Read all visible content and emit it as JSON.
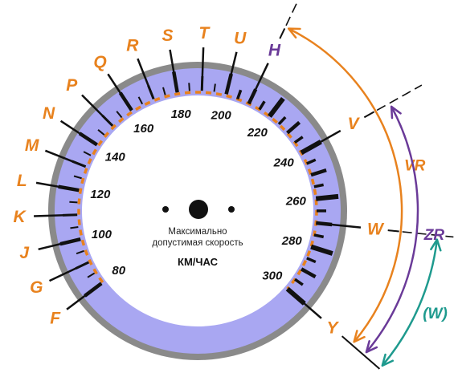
{
  "colors": {
    "orange": "#e8821e",
    "purple": "#6a3a98",
    "teal": "#1e9a8e",
    "dial_face": "#a9a7f2",
    "rim": "#8a8a8a",
    "needle": "#111111"
  },
  "speed_scale": [
    {
      "letter": "F",
      "speed": 80
    },
    {
      "letter": "G",
      "speed": 90
    },
    {
      "letter": "J",
      "speed": 100
    },
    {
      "letter": "K",
      "speed": 110
    },
    {
      "letter": "L",
      "speed": 120
    },
    {
      "letter": "M",
      "speed": 130
    },
    {
      "letter": "N",
      "speed": 140
    },
    {
      "letter": "P",
      "speed": 150
    },
    {
      "letter": "Q",
      "speed": 160
    },
    {
      "letter": "R",
      "speed": 170
    },
    {
      "letter": "S",
      "speed": 180
    },
    {
      "letter": "T",
      "speed": 190
    },
    {
      "letter": "U",
      "speed": 200
    },
    {
      "letter": "H",
      "speed": 210
    },
    {
      "letter": "V",
      "speed": 240
    },
    {
      "letter": "W",
      "speed": 270
    },
    {
      "letter": "Y",
      "speed": 300
    }
  ],
  "dial_numbers": [
    "80",
    "100",
    "120",
    "140",
    "160",
    "180",
    "200",
    "220",
    "240",
    "260",
    "280",
    "300"
  ],
  "ranges": [
    {
      "label": "VR",
      "from_letter": "Y",
      "to_letter": "H",
      "color": "orange"
    },
    {
      "label": "ZR",
      "from_letter": "Y",
      "to_letter": "V",
      "color": "purple"
    },
    {
      "label": "(W)",
      "from_letter": "Y",
      "to_letter": "W",
      "color": "teal"
    }
  ],
  "caption_line1": "Максимально",
  "caption_line2": "допустимая скорость",
  "unit": "КМ/ЧАС"
}
